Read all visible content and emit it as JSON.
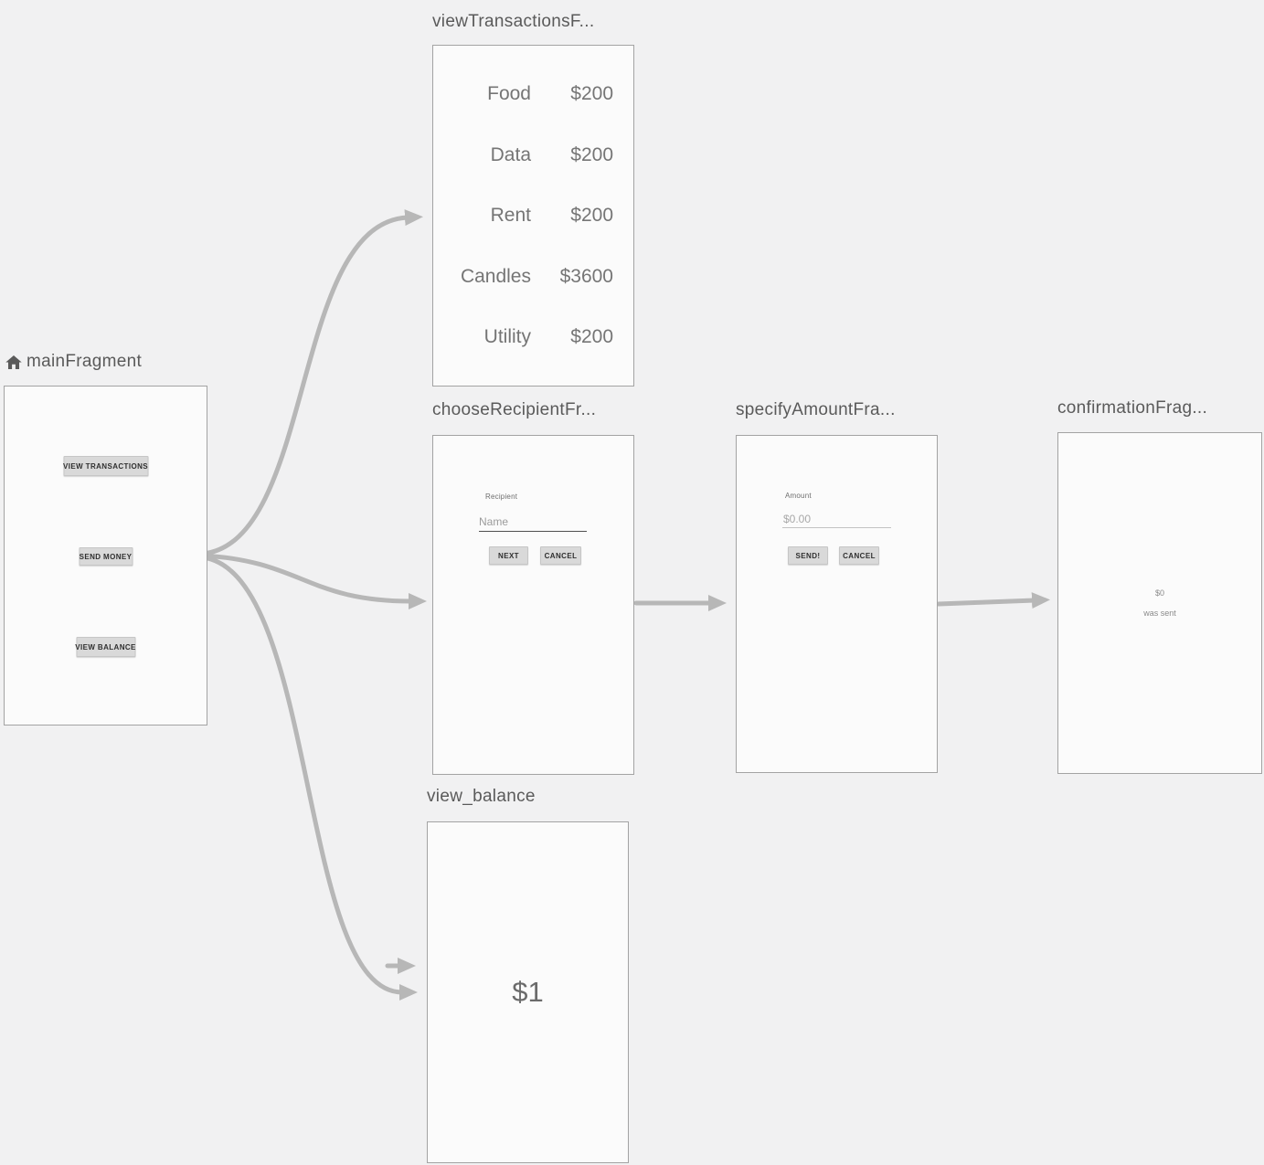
{
  "palette": {
    "background": "#f1f1f2",
    "card_background": "#fbfbfb",
    "card_border": "#a3a3a3",
    "arrow_color": "#b7b7b7",
    "title_text": "#5a5a5a"
  },
  "main_fragment": {
    "title": "mainFragment",
    "buttons": {
      "view_transactions": "VIEW TRANSACTIONS",
      "send_money": "SEND MONEY",
      "view_balance": "VIEW BALANCE"
    }
  },
  "view_transactions_fragment": {
    "title": "viewTransactionsF...",
    "rows": [
      {
        "label": "Food",
        "amount": "$200"
      },
      {
        "label": "Data",
        "amount": "$200"
      },
      {
        "label": "Rent",
        "amount": "$200"
      },
      {
        "label": "Candles",
        "amount": "$3600"
      },
      {
        "label": "Utility",
        "amount": "$200"
      }
    ]
  },
  "choose_recipient_fragment": {
    "title": "chooseRecipientFr...",
    "field_label": "Recipient",
    "field_hint": "Name",
    "next_button": "NEXT",
    "cancel_button": "CANCEL"
  },
  "specify_amount_fragment": {
    "title": "specifyAmountFra...",
    "field_label": "Amount",
    "field_hint": "$0.00",
    "send_button": "SEND!",
    "cancel_button": "CANCEL"
  },
  "confirmation_fragment": {
    "title": "confirmationFrag...",
    "amount": "$0",
    "message": "was sent"
  },
  "view_balance_fragment": {
    "title": "view_balance",
    "balance": "$1"
  }
}
